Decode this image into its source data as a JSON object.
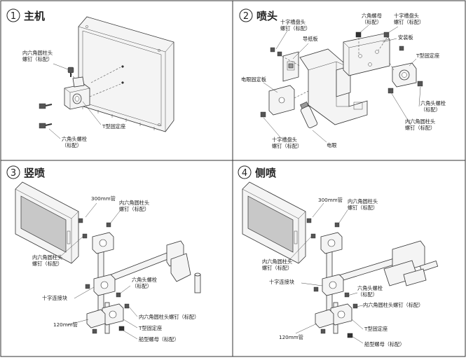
{
  "panels": [
    {
      "number": "1",
      "title": "主机",
      "labels": {
        "hex_socket_screw": "内六角圆柱头\n螺钉（标配）",
        "t_mount": "T型固定座",
        "hex_bolt": "六角头螺栓\n（标配）"
      }
    },
    {
      "number": "2",
      "title": "喷头",
      "labels": {
        "hex_nut": "六角螺母\n（标配）",
        "cross_screw_top_right": "十字槽盘头\n螺钉（标配）",
        "cross_screw_top_left": "十字槽盘头\n螺钉（标配）",
        "guide_plate": "导纸板",
        "mount_plate": "安装板",
        "t_mount": "T型固定座",
        "eye_plate": "电眼固定板",
        "hex_bolt": "六角头螺栓\n（标配）",
        "hex_socket_screw": "内六角圆柱头\n螺钉（标配）",
        "cross_screw_bottom": "十字槽盘头\n螺钉（标配）",
        "photo_eye": "电眼"
      }
    },
    {
      "number": "3",
      "title": "竖喷",
      "labels": {
        "pipe_300": "300mm管",
        "hex_socket_screw_top": "内六角圆柱头\n螺钉（标配）",
        "hex_socket_screw_left": "内六角圆柱头\n螺钉（标配）",
        "hex_bolt": "六角头螺栓\n（标配）",
        "cross_joint": "十字连接块",
        "hex_socket_screw_long": "内六角圆柱头螺钉（标配）",
        "pipe_120": "120mm管",
        "t_mount": "T型固定座",
        "boat_nut": "船型螺母（标配）"
      }
    },
    {
      "number": "4",
      "title": "侧喷",
      "labels": {
        "pipe_300": "300mm管",
        "hex_socket_screw_top": "内六角圆柱头\n螺钉（标配）",
        "hex_socket_screw_left": "内六角圆柱头\n螺钉（标配）",
        "cross_joint": "十字连接块",
        "hex_bolt": "六角头螺栓\n（标配）",
        "hex_socket_screw_long": "内六角圆柱头螺钉（标配）",
        "t_mount": "T型固定座",
        "pipe_120": "120mm管",
        "boat_nut": "船型螺母（标配）"
      }
    }
  ]
}
